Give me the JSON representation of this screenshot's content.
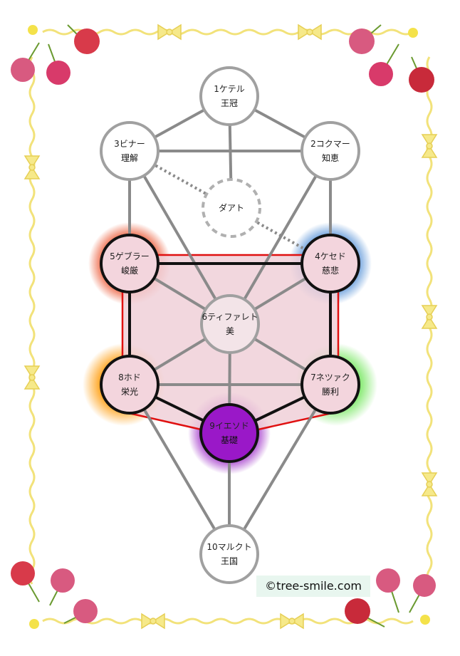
{
  "nodes": [
    {
      "id": "keter",
      "label": "1ケテル",
      "meaning": "王冠",
      "glow": ""
    },
    {
      "id": "chokmah",
      "label": "2コクマー",
      "meaning": "知恵",
      "glow": ""
    },
    {
      "id": "binah",
      "label": "3ビナー",
      "meaning": "理解",
      "glow": ""
    },
    {
      "id": "daath",
      "label": "ダアト",
      "meaning": "",
      "glow": ""
    },
    {
      "id": "chesed",
      "label": "4ケセド",
      "meaning": "慈悲",
      "glow": "#3a7fd0"
    },
    {
      "id": "geburah",
      "label": "5ゲブラー",
      "meaning": "峻厳",
      "glow": "#e83a10"
    },
    {
      "id": "tiphareth",
      "label": "6ティファレト",
      "meaning": "美",
      "glow": ""
    },
    {
      "id": "netzach",
      "label": "7ネツァク",
      "meaning": "勝利",
      "glow": "#7fe86a"
    },
    {
      "id": "hod",
      "label": "8ホド",
      "meaning": "栄光",
      "glow": "#ffa21a"
    },
    {
      "id": "yesod",
      "label": "9イエソド",
      "meaning": "基礎",
      "glow": "#9010c0"
    },
    {
      "id": "malkuth",
      "label": "10マルクト",
      "meaning": "王国",
      "glow": ""
    }
  ],
  "copyright": "©tree-smile.com",
  "colors": {
    "frame_ribbon": "#f2e27a",
    "cherry": "#d83a6a",
    "highlight_fill": "#f0d0d8",
    "highlight_stroke": "#e01010",
    "path_gray": "#8a8a8a",
    "node_stroke": "#a0a0a0",
    "bold_stroke": "#111111"
  },
  "icons": [
    "cherry-icon",
    "ribbon-bow-icon",
    "flower-icon"
  ]
}
